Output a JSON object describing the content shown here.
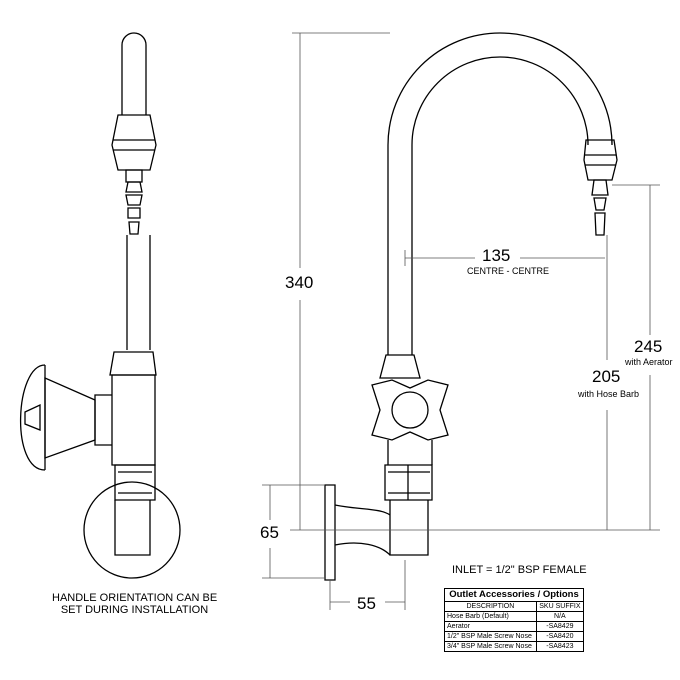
{
  "dimensions": {
    "overall_height": "340",
    "centre": "135",
    "centre_label": "CENTRE - CENTRE",
    "aerator_height": "245",
    "aerator_label": "with Aerator",
    "hose_barb_height": "205",
    "hose_barb_label": "with Hose Barb",
    "flange_height": "65",
    "projection": "55"
  },
  "notes": {
    "handle": "HANDLE ORIENTATION CAN BE",
    "handle2": "SET DURING INSTALLATION",
    "inlet": "INLET = 1/2\" BSP FEMALE"
  },
  "table": {
    "title": "Outlet Accessories / Options",
    "headers": [
      "DESCRIPTION",
      "SKU SUFFIX"
    ],
    "rows": [
      [
        "Hose Barb (Default)",
        "N/A"
      ],
      [
        "Aerator",
        "-SA8429"
      ],
      [
        "1/2\" BSP  Male Screw Nose",
        "-SA8420"
      ],
      [
        "3/4\" BSP  Male Screw Nose",
        "-SA8423"
      ]
    ]
  }
}
